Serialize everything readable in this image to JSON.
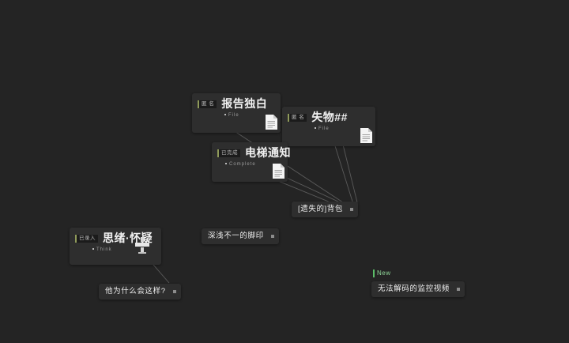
{
  "canvas": {
    "background_color": "#242424",
    "card_color": "#2e2e2e",
    "edge_color": "#6d6d6d",
    "accent_olive": "#8f9a5a",
    "accent_green": "#5bbd68"
  },
  "nodes": {
    "report_monologue": {
      "tag": "匿 名",
      "title": "报告独白",
      "sub": "File",
      "icon": "document-icon"
    },
    "lost_property": {
      "tag": "匿 名",
      "title": "失物##",
      "sub": "File",
      "icon": "document-icon"
    },
    "elevator_notice": {
      "tag": "已完成",
      "title": "电梯通知",
      "sub": "Complete",
      "icon": "document-icon"
    },
    "thought_doubt": {
      "tag": "已录入",
      "title": "思绪·怀疑",
      "sub": "Think",
      "icon": "puzzle-icon"
    },
    "lost_backpack": {
      "label": "[遗失的]背包"
    },
    "footprints": {
      "label": "深浅不一的脚印"
    },
    "why_question": {
      "label": "他为什么会这样?"
    },
    "undecodable_video": {
      "badge": "New",
      "label": "无法解码的监控视频"
    }
  }
}
